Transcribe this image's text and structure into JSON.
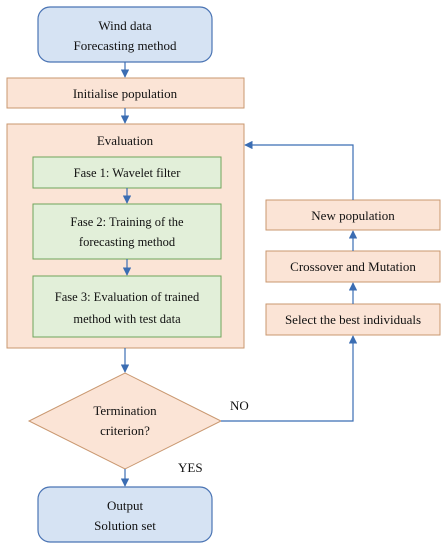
{
  "colors": {
    "blue_fill": "#d6e3f3",
    "blue_stroke": "#4a74b4",
    "peach_fill": "#fbe4d6",
    "peach_stroke": "#c9976f",
    "green_fill": "#e2efd9",
    "green_stroke": "#6fa45a",
    "arrow": "#3b6db3"
  },
  "nodes": {
    "start": {
      "line1": "Wind data",
      "line2": "Forecasting method"
    },
    "init": {
      "label": "Initialise population"
    },
    "evaluation": {
      "title": "Evaluation"
    },
    "fase1": {
      "label": "Fase 1: Wavelet filter"
    },
    "fase2": {
      "line1": "Fase 2: Training of the",
      "line2": "forecasting method"
    },
    "fase3": {
      "line1": "Fase 3: Evaluation of trained",
      "line2": "method with test data"
    },
    "decision": {
      "line1": "Termination",
      "line2": "criterion?"
    },
    "no": {
      "label": "NO"
    },
    "yes": {
      "label": "YES"
    },
    "select": {
      "label": "Select the best individuals"
    },
    "crossover": {
      "label": "Crossover and Mutation"
    },
    "newpop": {
      "label": "New population"
    },
    "output": {
      "line1": "Output",
      "line2": "Solution set"
    }
  }
}
